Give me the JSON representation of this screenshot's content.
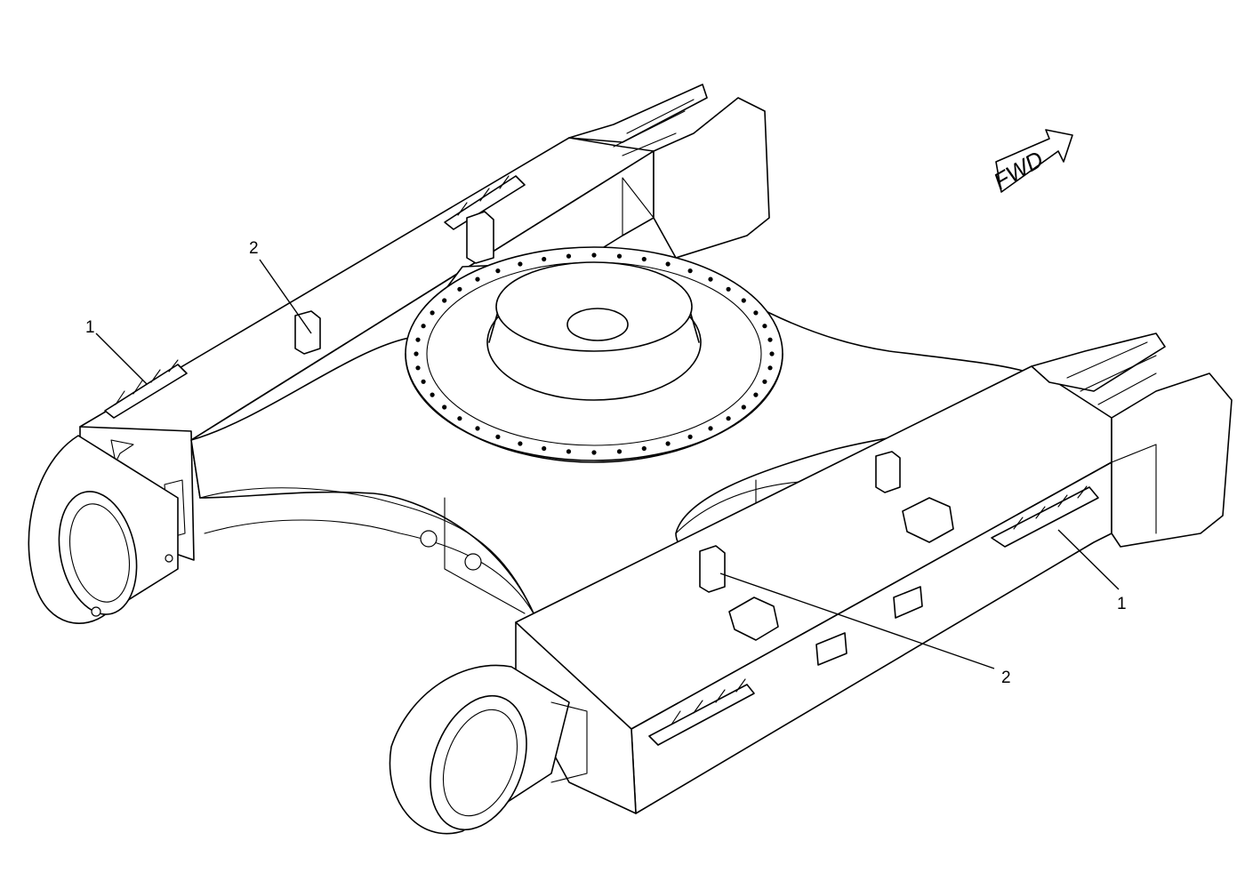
{
  "callouts": [
    {
      "id": "chain-left",
      "label": "1"
    },
    {
      "id": "block-left",
      "label": "2"
    },
    {
      "id": "chain-right",
      "label": "1"
    },
    {
      "id": "block-right",
      "label": "2"
    }
  ],
  "direction_indicator": {
    "text": "FWD"
  }
}
